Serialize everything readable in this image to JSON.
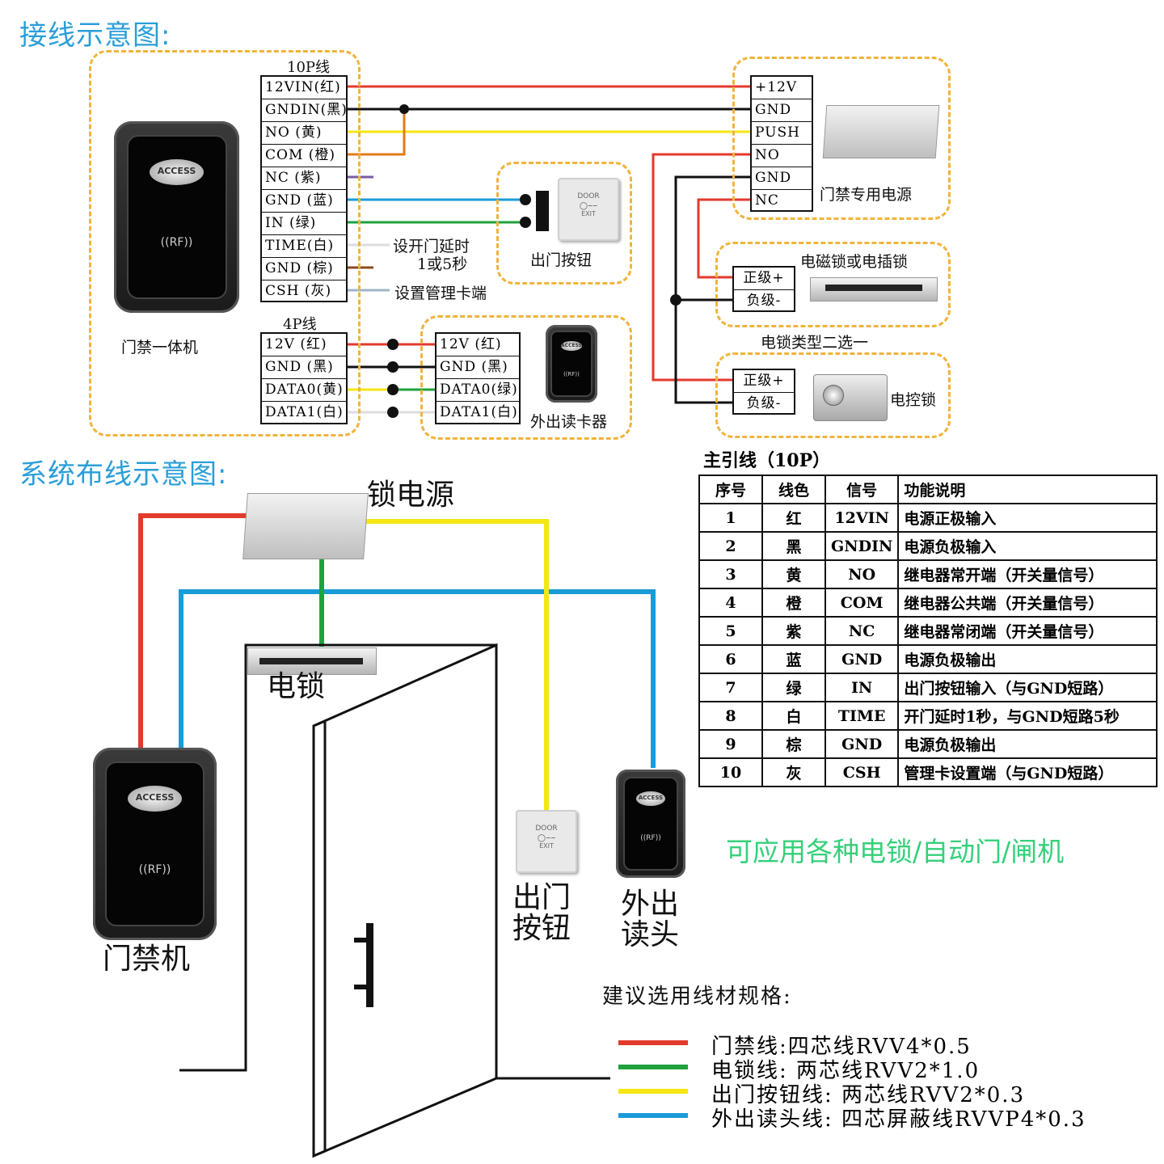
{
  "titles": {
    "wiring": "接线示意图:",
    "system": "系统布线示意图:"
  },
  "pin10": {
    "header": "10P线",
    "pins": [
      "12VIN(红)",
      "GNDIN(黑)",
      "NO  (黄)",
      "COM (橙)",
      "NC   (紫)",
      "GND (蓝)",
      "IN  (绿)",
      "TIME(白)",
      "GND (棕)",
      "CSH (灰)"
    ]
  },
  "pin4": {
    "header": "4P线",
    "pins": [
      "12V (红)",
      "GND (黑)",
      "DATA0(黄)",
      "DATA1(白)"
    ]
  },
  "reader_pins": [
    "12V (红)",
    "GND (黑)",
    "DATA0(绿)",
    "DATA1(白)"
  ],
  "psu_pins": [
    "+12V",
    "GND",
    "PUSH",
    "NO",
    "GND",
    "NC"
  ],
  "lock_pins": [
    "正级+",
    "负级-"
  ],
  "labels": {
    "controller": "门禁一体机",
    "exit_button": "出门按钮",
    "out_reader": "外出读卡器",
    "psu": "门禁专用电源",
    "maglock": "电磁锁或电插锁",
    "lock_choice": "电锁类型二选一",
    "elec_lock": "电控锁",
    "time_note1": "设开门延时",
    "time_note2": "1或5秒",
    "csh_note": "设置管理卡端"
  },
  "device_text": {
    "access": "ACCESS",
    "rf": "((RF))",
    "door": "DOOR",
    "exit": "EXIT"
  },
  "system": {
    "psu_label": "锁电源",
    "lock_label": "电锁",
    "controller_label": "门禁机",
    "exit_label_1": "出门",
    "exit_label_2": "按钮",
    "reader_label_1": "外出",
    "reader_label_2": "读头"
  },
  "table": {
    "title": "主引线（10P）",
    "headers": [
      "序号",
      "线色",
      "信号",
      "功能说明"
    ],
    "rows": [
      [
        "1",
        "红",
        "12VIN",
        "电源正极输入"
      ],
      [
        "2",
        "黑",
        "GNDIN",
        "电源负极输入"
      ],
      [
        "3",
        "黄",
        "NO",
        "继电器常开端（开关量信号）"
      ],
      [
        "4",
        "橙",
        "COM",
        "继电器公共端（开关量信号）"
      ],
      [
        "5",
        "紫",
        "NC",
        "继电器常闭端（开关量信号）"
      ],
      [
        "6",
        "蓝",
        "GND",
        "电源负极输出"
      ],
      [
        "7",
        "绿",
        "IN",
        "出门按钮输入（与GND短路）"
      ],
      [
        "8",
        "白",
        "TIME",
        "开门延时1秒，与GND短路5秒"
      ],
      [
        "9",
        "棕",
        "GND",
        "电源负极输出"
      ],
      [
        "10",
        "灰",
        "CSH",
        "管理卡设置端（与GND短路）"
      ]
    ]
  },
  "note_green": "可应用各种电锁/自动门/闸机",
  "legend": {
    "title": "建议选用线材规格:",
    "items": [
      {
        "color": "#e23a2c",
        "text": "门禁线:四芯线RVV4*0.5"
      },
      {
        "color": "#1fa23c",
        "text": "电锁线: 两芯线RVV2*1.0"
      },
      {
        "color": "#f5e614",
        "text": "出门按钮线: 两芯线RVV2*0.3"
      },
      {
        "color": "#1a9bd8",
        "text": "外出读头线: 四芯屏蔽线RVVP4*0.3"
      }
    ]
  },
  "colors": {
    "red": "#e23a2c",
    "black": "#111111",
    "yellow": "#f5e614",
    "orange": "#e27a1a",
    "purple": "#7a5ca8",
    "blue": "#1a9bd8",
    "green": "#1fa23c",
    "white": "#dddddd",
    "brown": "#8a4a1e",
    "gray": "#9fb6c8",
    "dash": "#f0b43c",
    "title": "#2a9ed8"
  }
}
